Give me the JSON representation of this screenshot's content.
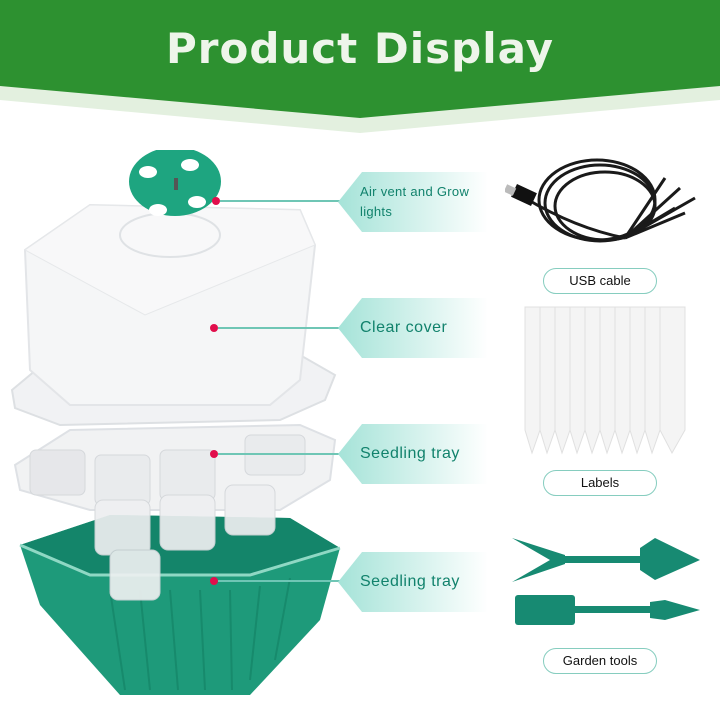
{
  "header": {
    "title": "Product Display",
    "bg_color": "#2d9130",
    "band_color": "#e3f0df",
    "title_color": "#eef5ea"
  },
  "callouts": [
    {
      "label_line1": "Air vent and Grow",
      "label_line2": "lights",
      "target": "vent cap"
    },
    {
      "label": "Clear cover"
    },
    {
      "label": "Seedling tray"
    },
    {
      "label": "Seedling tray"
    }
  ],
  "accessories": [
    {
      "label": "USB cable",
      "icon": "usb-cable-icon"
    },
    {
      "label": "Labels",
      "icon": "plant-labels-icon"
    },
    {
      "label": "Garden tools",
      "icon": "garden-tools-icon"
    }
  ],
  "colors": {
    "callout_text": "#11826c",
    "callout_fill": "#a5e3d8",
    "leader_line": "#6fc6b5",
    "dot": "#e10e4c",
    "tray_green": "#1e9a7a",
    "pill_border": "#86cdbf"
  }
}
